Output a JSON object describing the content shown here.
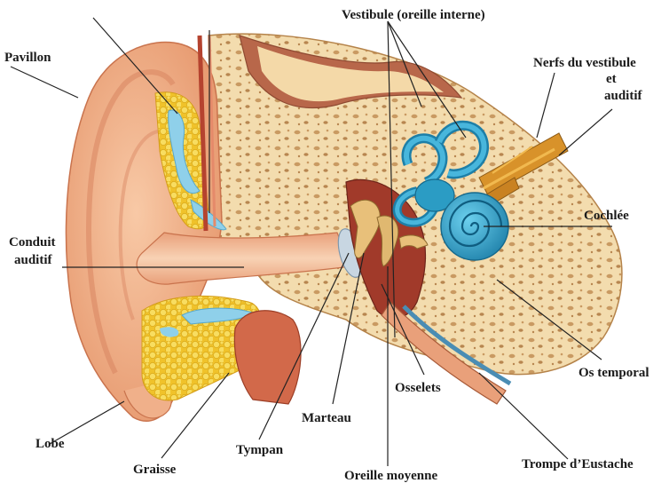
{
  "labels": {
    "vestibule": "Vestibule (oreille interne)",
    "pavillon": "Pavillon",
    "nerfs_1": "Nerfs du vestibule",
    "nerfs_2": "et",
    "nerfs_3": "auditif",
    "cochlee": "Cochlée",
    "conduit_1": "Conduit",
    "conduit_2": "auditif",
    "os_temporal": "Os temporal",
    "osselets": "Osselets",
    "marteau": "Marteau",
    "lobe": "Lobe",
    "tympan": "Tympan",
    "graisse": "Graisse",
    "oreille_moyenne": "Oreille moyenne",
    "trompe": "Trompe d’Eustache"
  },
  "colors": {
    "skin": "#f2b48c",
    "skin_shadow": "#e0936a",
    "bone": "#f3dcae",
    "bone_pore": "#c99a62",
    "fat": "#f5d03c",
    "canal": "#f6c7a4",
    "cochlea": "#2b9cc4",
    "middle_ear": "#a13a2a",
    "nerve": "#d8922a",
    "eardrum": "#b9c8d6"
  }
}
